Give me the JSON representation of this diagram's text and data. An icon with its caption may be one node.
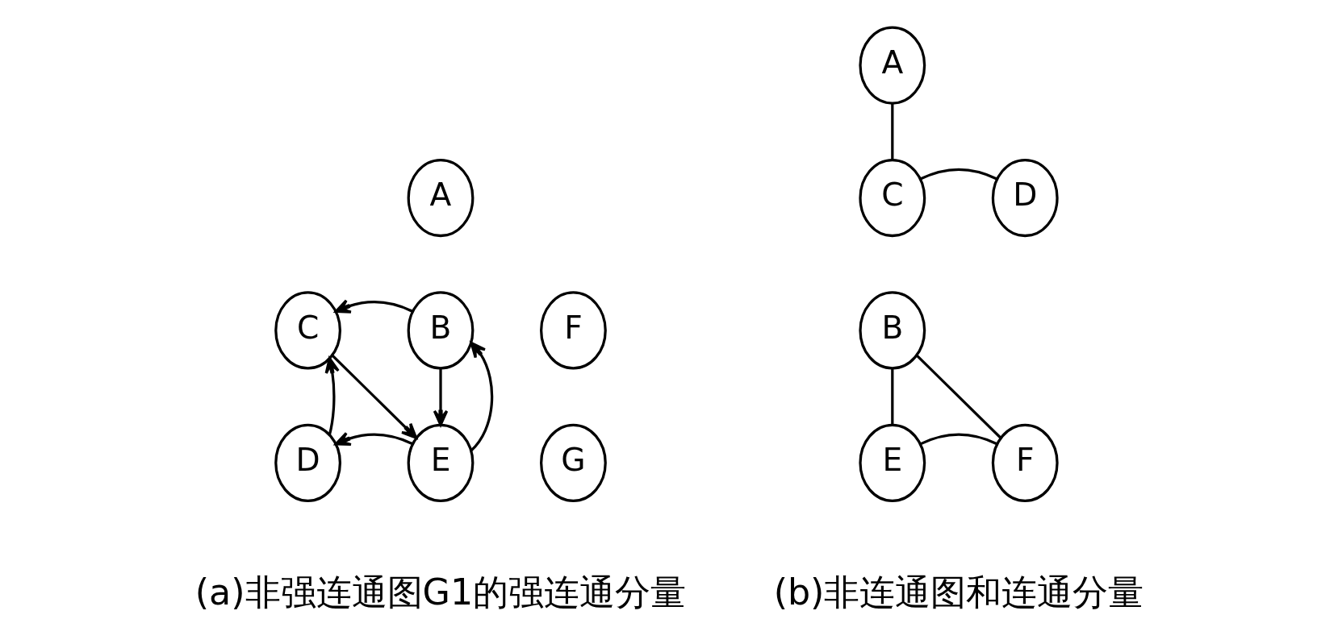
{
  "diagram": {
    "nodes": [
      {
        "text": [
          "A"
        ]
      },
      {
        "text": [
          "C"
        ]
      },
      {
        "text": [
          "B"
        ]
      },
      {
        "text": [
          "F"
        ]
      },
      {
        "text": [
          "D"
        ]
      },
      {
        "text": [
          "E"
        ]
      },
      {
        "text": [
          "G"
        ]
      },
      {
        "text": [
          "A"
        ]
      },
      {
        "text": [
          "C"
        ]
      },
      {
        "text": [
          "D"
        ]
      },
      {
        "text": [
          "B"
        ]
      },
      {
        "text": [
          "E"
        ]
      },
      {
        "text": [
          "F"
        ]
      }
    ],
    "edges": [
      {
        "from": 2,
        "to": 1,
        "arrow": "to"
      },
      {
        "from": 1,
        "to": 5,
        "arrow": "to"
      },
      {
        "from": 2,
        "to": 5,
        "arrow": "to"
      },
      {
        "from": 5,
        "to": 2,
        "arrow": "to"
      },
      {
        "from": 4,
        "to": 1,
        "arrow": "to"
      },
      {
        "from": 5,
        "to": 4,
        "arrow": "to"
      },
      {
        "from": 7,
        "to": 8,
        "arrow": "none"
      },
      {
        "from": 8,
        "to": 9,
        "arrow": "none"
      },
      {
        "from": 10,
        "to": 11,
        "arrow": "none"
      },
      {
        "from": 10,
        "to": 12,
        "arrow": "none"
      },
      {
        "from": 11,
        "to": 12,
        "arrow": "none"
      }
    ],
    "labels": [
      "(a)非强连通图G1的强连通分量",
      "(b)非连通图和连通分量"
    ]
  }
}
